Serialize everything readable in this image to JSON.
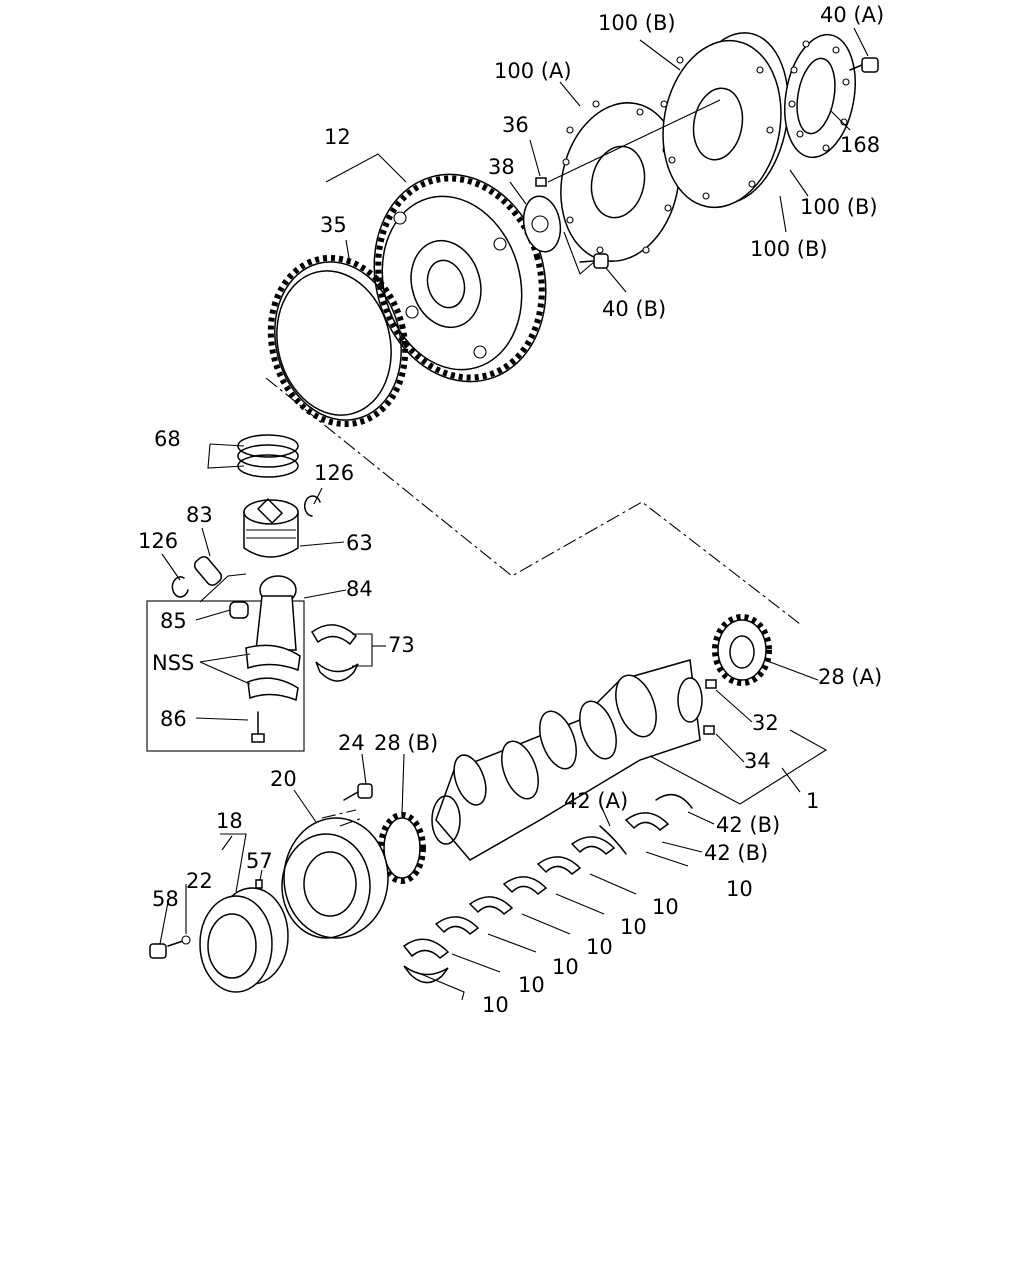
{
  "labels": {
    "l1": "1",
    "l10a": "10",
    "l10b": "10",
    "l10c": "10",
    "l10d": "10",
    "l10e": "10",
    "l10f": "10",
    "l10g": "10",
    "l12": "12",
    "l18": "18",
    "l20": "20",
    "l22": "22",
    "l24": "24",
    "l28a": "28 (A)",
    "l28b": "28 (B)",
    "l32": "32",
    "l34": "34",
    "l35": "35",
    "l36": "36",
    "l38": "38",
    "l40a": "40 (A)",
    "l40b": "40 (B)",
    "l42a": "42 (A)",
    "l42b1": "42 (B)",
    "l42b2": "42 (B)",
    "l57": "57",
    "l58": "58",
    "l63": "63",
    "l68": "68",
    "l73": "73",
    "l83": "83",
    "l84": "84",
    "l85": "85",
    "l86": "86",
    "l100a": "100 (A)",
    "l100b1": "100 (B)",
    "l100b2": "100 (B)",
    "l100b3": "100 (B)",
    "l126a": "126",
    "l126b": "126",
    "l168": "168",
    "lnss": "NSS"
  }
}
